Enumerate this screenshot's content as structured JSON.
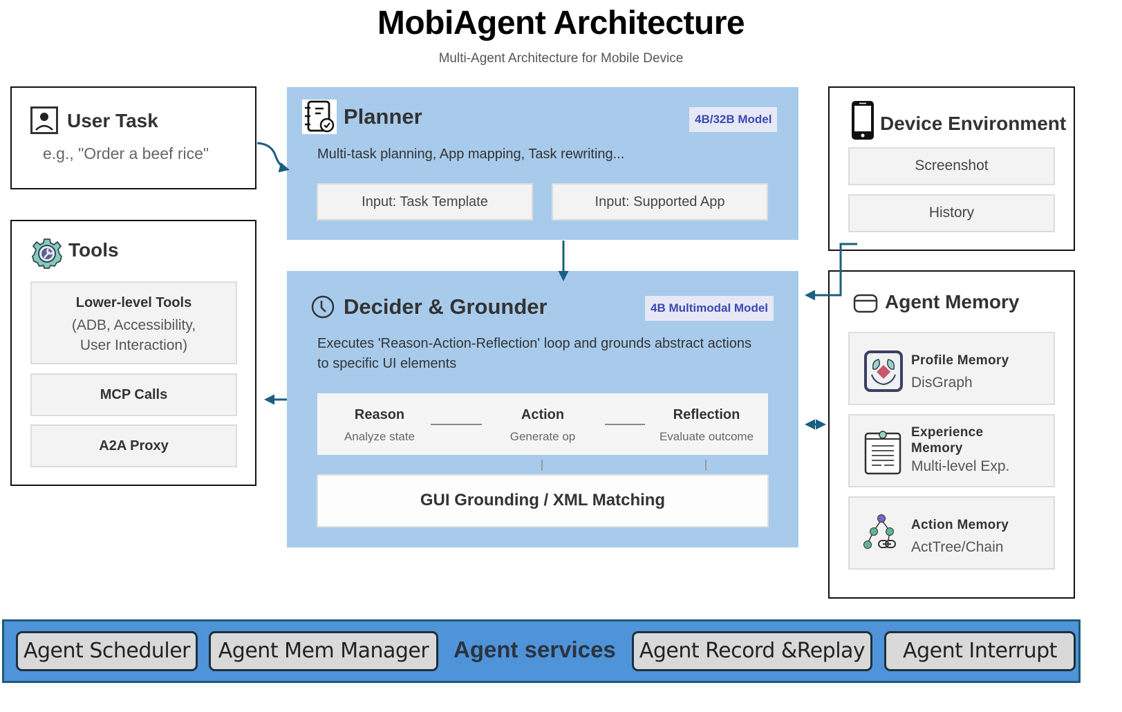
{
  "header": {
    "title": "MobiAgent Architecture",
    "subtitle": "Multi-Agent Architecture for Mobile Device"
  },
  "user_task": {
    "title": "User Task",
    "example": "e.g., \"Order a beef rice\"",
    "icon": "user-portrait-icon"
  },
  "tools": {
    "title": "Tools",
    "icon": "gear-wrench-icon",
    "items": [
      {
        "title": "Lower-level Tools",
        "subtitle_line1": "(ADB, Accessibility,",
        "subtitle_line2": "User Interaction)"
      },
      {
        "title": "MCP Calls"
      },
      {
        "title": "A2A Proxy"
      }
    ]
  },
  "planner": {
    "title": "Planner",
    "icon": "notebook-check-icon",
    "badge": "4B/32B Model",
    "description": "Multi-task planning, App mapping, Task rewriting...",
    "inputs": [
      "Input: Task Template",
      "Input: Supported App"
    ]
  },
  "decider": {
    "title": "Decider & Grounder",
    "icon": "clock-icon",
    "badge": "4B Multimodal Model",
    "description_line1": "Executes 'Reason-Action-Reflection' loop and grounds abstract actions",
    "description_line2": "to specific UI elements",
    "loop": [
      {
        "title": "Reason",
        "subtitle": "Analyze state"
      },
      {
        "title": "Action",
        "subtitle": "Generate op"
      },
      {
        "title": "Reflection",
        "subtitle": "Evaluate outcome"
      }
    ],
    "grounding": "GUI Grounding / XML Matching"
  },
  "device_environment": {
    "title": "Device Environment",
    "icon": "smartphone-icon",
    "items": [
      "Screenshot",
      "History"
    ]
  },
  "agent_memory": {
    "title": "Agent Memory",
    "icon": "database-icon",
    "items": [
      {
        "title": "Profile Memory",
        "subtitle": "DisGraph",
        "icon": "profile-graph-icon"
      },
      {
        "title_line1": "Experience",
        "title_line2": "Memory",
        "subtitle": "Multi-level Exp.",
        "icon": "clipboard-document-icon"
      },
      {
        "title": "Action Memory",
        "subtitle": "ActTree/Chain",
        "icon": "action-tree-icon"
      }
    ]
  },
  "services": {
    "label": "Agent services",
    "buttons": [
      "Agent Scheduler",
      "Agent Mem Manager",
      "Agent Record &Replay",
      "Agent Interrupt"
    ]
  },
  "colors": {
    "panel_blue": "#a8cbec",
    "arrow": "#1a5e80",
    "badge_text": "#3a49b3",
    "services_bar": "#4f94d9"
  }
}
